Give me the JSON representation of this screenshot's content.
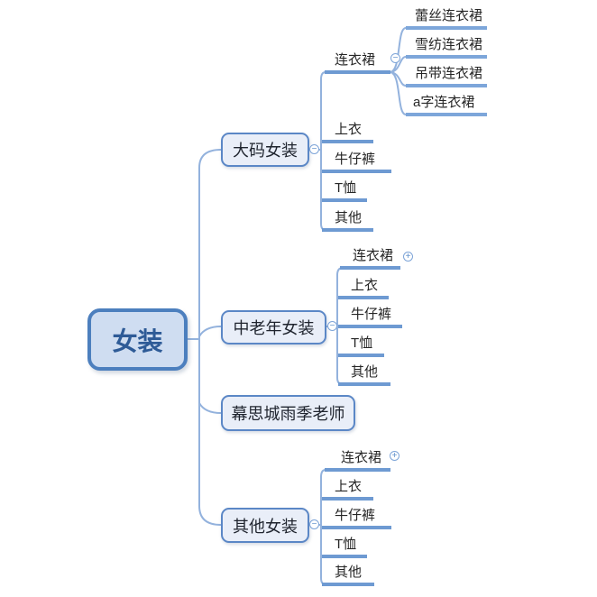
{
  "mindmap": {
    "root": {
      "label": "女装"
    },
    "branches": [
      {
        "label": "大码女装",
        "collapse": "−",
        "children": [
          {
            "label": "连衣裙",
            "collapse": "−",
            "children": [
              {
                "label": "蕾丝连衣裙"
              },
              {
                "label": "雪纺连衣裙"
              },
              {
                "label": "吊带连衣裙"
              },
              {
                "label": "a字连衣裙"
              }
            ]
          },
          {
            "label": "上衣"
          },
          {
            "label": "牛仔裤"
          },
          {
            "label": "T恤"
          },
          {
            "label": "其他"
          }
        ]
      },
      {
        "label": "中老年女装",
        "collapse": "−",
        "children": [
          {
            "label": "连衣裙",
            "collapse": "+"
          },
          {
            "label": "上衣"
          },
          {
            "label": "牛仔裤"
          },
          {
            "label": "T恤"
          },
          {
            "label": "其他"
          }
        ]
      },
      {
        "label": "幕思城雨季老师"
      },
      {
        "label": "其他女装",
        "collapse": "−",
        "children": [
          {
            "label": "连衣裙",
            "collapse": "+"
          },
          {
            "label": "上衣"
          },
          {
            "label": "牛仔裤"
          },
          {
            "label": "T恤"
          },
          {
            "label": "其他"
          }
        ]
      }
    ],
    "colors": {
      "root-fill": "#cfddf1",
      "root-border": "#4c7fbe",
      "root-text": "#2e5b97",
      "box-fill": "#e9eef8",
      "box-border": "#5b87c6",
      "box-text": "#1f242e",
      "line": "#93b2dd",
      "underline": "#6e9ad2",
      "underline-l4": "#7da6da",
      "icon": "#7da4d8"
    }
  }
}
